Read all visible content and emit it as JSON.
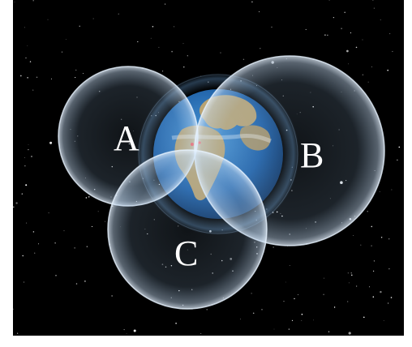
{
  "diagram": {
    "spheres": [
      {
        "id": "A",
        "label": "A"
      },
      {
        "id": "B",
        "label": "B"
      },
      {
        "id": "C",
        "label": "C"
      }
    ],
    "colors": {
      "background": "#000000",
      "frame": "#ffffff",
      "sphere_fill": "#9fc4e8",
      "sphere_edge": "#e6f2ff",
      "ocean": "#1d5fa6",
      "land": "#c9a86a",
      "label": "#ffffff",
      "intersection_marker": "#ff3333"
    }
  }
}
